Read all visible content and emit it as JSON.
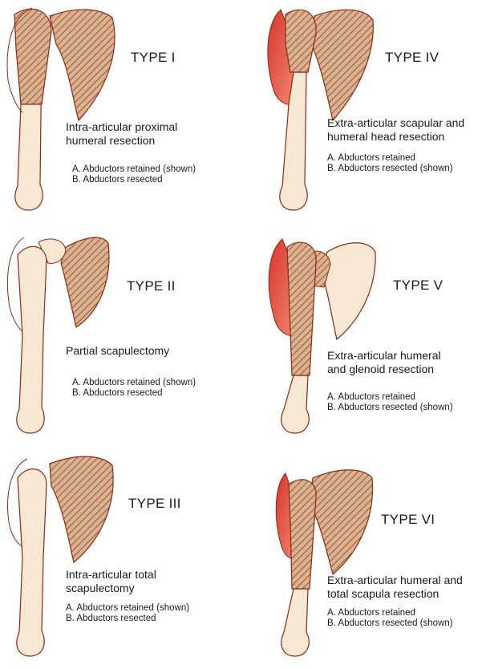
{
  "panels": [
    {
      "type": "TYPE I",
      "desc": [
        "Intra-articular proximal",
        "humeral resection"
      ],
      "opt_a": "A. Abductors retained (shown)",
      "opt_b": "B. Abductors resected",
      "abductors_shown": false
    },
    {
      "type": "TYPE IV",
      "desc": [
        "Extra-articular scapular and",
        "humeral head resection"
      ],
      "opt_a": "A. Abductors retained",
      "opt_b": "B. Abductors resected (shown)",
      "abductors_shown": true
    },
    {
      "type": "TYPE II",
      "desc": [
        "Partial scapulectomy"
      ],
      "opt_a": "A. Abductors retained (shown)",
      "opt_b": "B. Abductors resected",
      "abductors_shown": false
    },
    {
      "type": "TYPE V",
      "desc": [
        "Extra-articular humeral",
        "and glenoid resection"
      ],
      "opt_a": "A. Abductors retained",
      "opt_b": "B. Abductors resected (shown)",
      "abductors_shown": true
    },
    {
      "type": "TYPE III",
      "desc": [
        "Intra-articular total",
        "scapulectomy"
      ],
      "opt_a": "A. Abductors retained (shown)",
      "opt_b": "B. Abductors resected",
      "abductors_shown": false
    },
    {
      "type": "TYPE VI",
      "desc": [
        "Extra-articular humeral and",
        "total scapula resection"
      ],
      "opt_a": "A. Abductors retained",
      "opt_b": "B. Abductors resected (shown)",
      "abductors_shown": true
    }
  ],
  "colors": {
    "bone": "#f6e8d2",
    "outline": "#8a2a14",
    "hatch": "#8c3a20",
    "muscle": "#e0483a"
  }
}
